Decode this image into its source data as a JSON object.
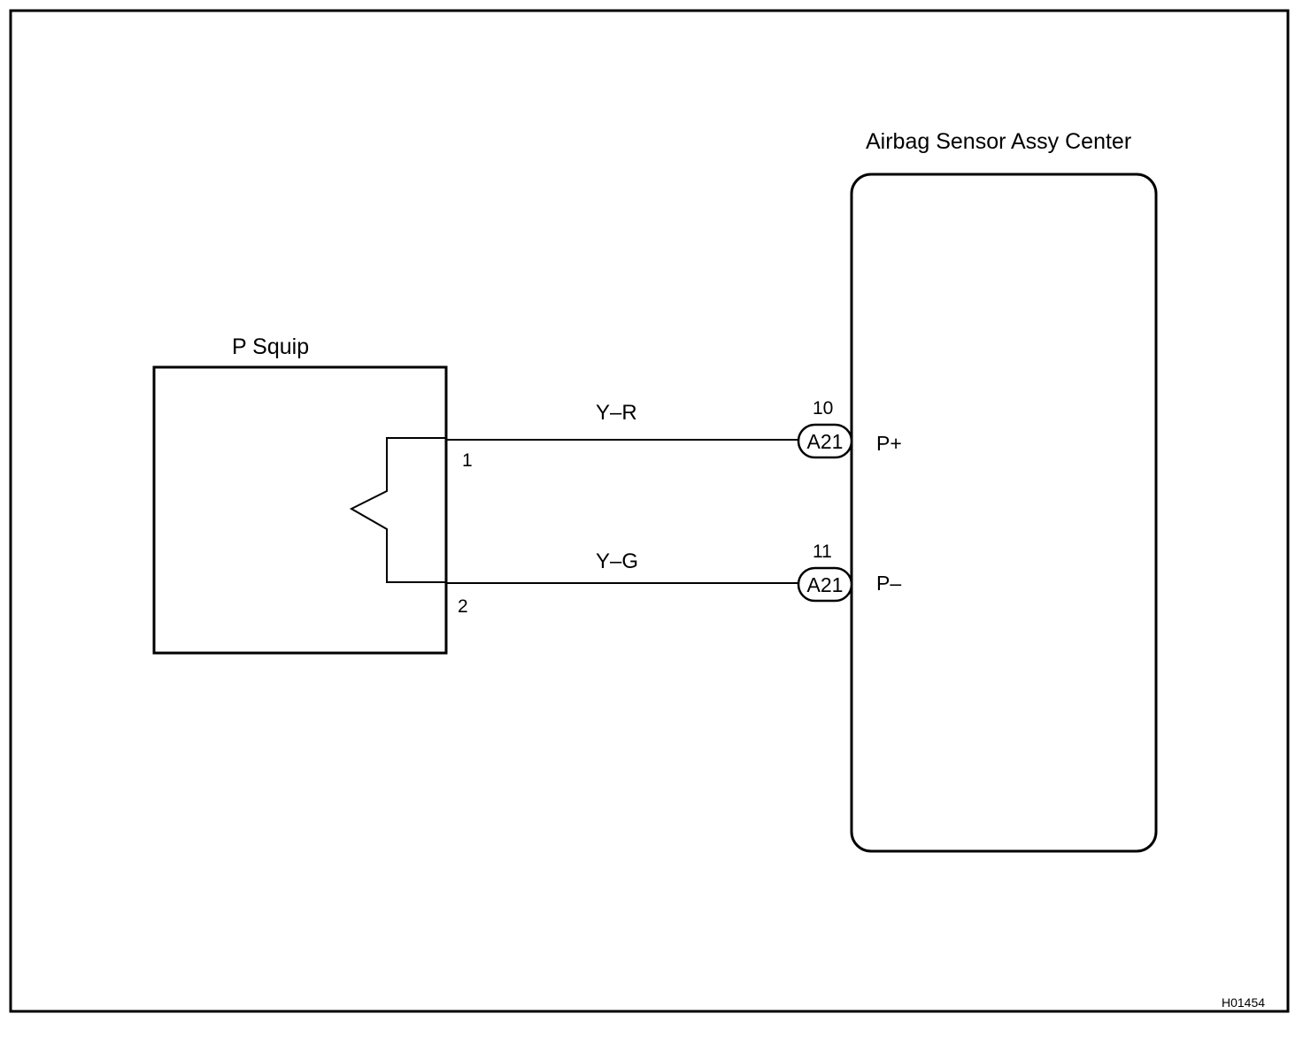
{
  "components": {
    "squib": {
      "name": "P Squip"
    },
    "sensor": {
      "name": "Airbag Sensor Assy Center"
    }
  },
  "wires": [
    {
      "color_code": "Y–R",
      "squib_pin": "1",
      "connector": "A21",
      "connector_pin": "10",
      "terminal": "P+"
    },
    {
      "color_code": "Y–G",
      "squib_pin": "2",
      "connector": "A21",
      "connector_pin": "11",
      "terminal": "P–"
    }
  ],
  "figure_code": "H01454",
  "colors": {
    "ink": "#000000",
    "paper": "#ffffff"
  }
}
